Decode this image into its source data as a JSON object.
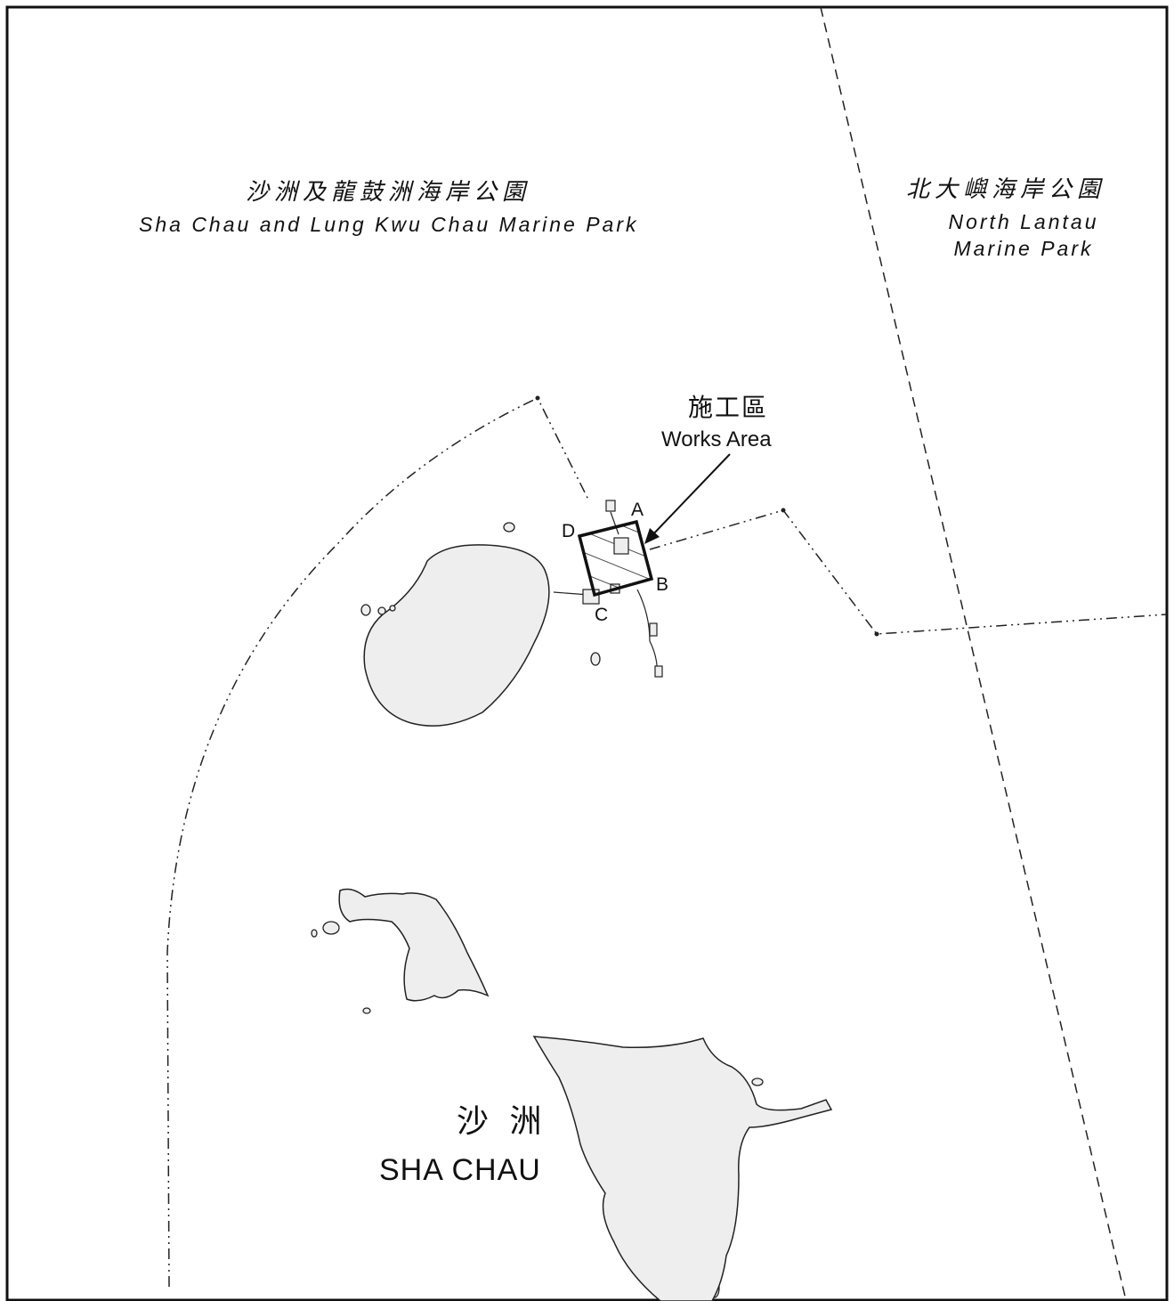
{
  "marine_parks": {
    "sha_chau_lung_kwu_chau": {
      "name_zh": "沙洲及龍鼓洲海岸公園",
      "name_en": "Sha Chau and Lung Kwu Chau Marine Park"
    },
    "north_lantau": {
      "name_zh": "北大嶼海岸公園",
      "name_en_line1": "North Lantau",
      "name_en_line2": "Marine Park"
    }
  },
  "works_area": {
    "label_zh": "施工區",
    "label_en": "Works Area",
    "corners": [
      "A",
      "B",
      "C",
      "D"
    ]
  },
  "island": {
    "name_zh": "沙 洲",
    "name_en": "SHA CHAU"
  },
  "colors": {
    "land_fill": "#eeeeee",
    "line": "#222222",
    "frame": "#111111"
  }
}
